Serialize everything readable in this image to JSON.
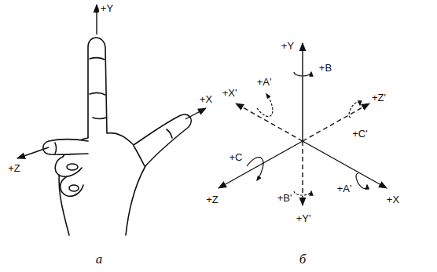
{
  "diagram": {
    "labels": [
      "+Y",
      "+X",
      "+Z",
      "а",
      "+Y",
      "+X'",
      "+A'",
      "+B",
      "+Z'",
      "+C'",
      "+C",
      "+A'",
      "+Z",
      "+B'",
      "+Y'",
      "+X",
      "б"
    ]
  }
}
